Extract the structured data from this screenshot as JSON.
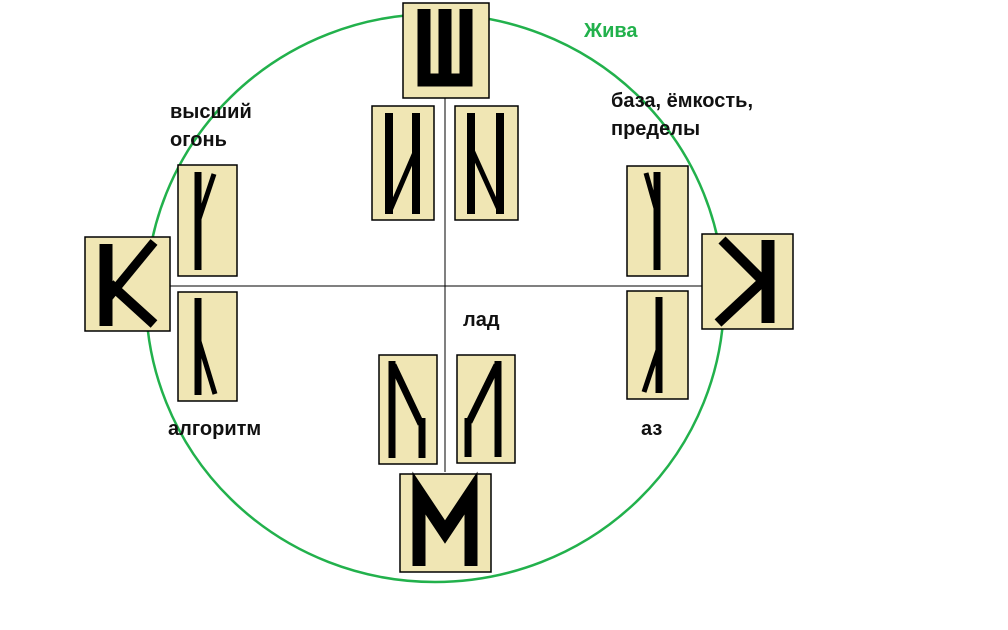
{
  "colors": {
    "tile_fill": "#f0e6b4",
    "tile_border": "#000000",
    "circle_stroke": "#22b14c",
    "label_text": "#111111",
    "title_text": "#22b14c"
  },
  "labels": {
    "top_right_title": "Жива",
    "upper_left": [
      "высший",
      "огонь"
    ],
    "upper_right": [
      "база, ёмкость,",
      "пределы"
    ],
    "center_right": "лад",
    "lower_left": "алгоритм",
    "lower_right": "аз"
  },
  "tiles": [
    {
      "id": "top-big",
      "glyph": "Ш-rune"
    },
    {
      "id": "top-inner-left",
      "glyph": "line-rising-right"
    },
    {
      "id": "top-inner-right",
      "glyph": "line-falling-right"
    },
    {
      "id": "left-big",
      "glyph": "K-rune"
    },
    {
      "id": "left-inner-top",
      "glyph": "branch-up"
    },
    {
      "id": "left-inner-bottom",
      "glyph": "branch-down"
    },
    {
      "id": "right-big",
      "glyph": "mirrored-K-rune"
    },
    {
      "id": "right-inner-top",
      "glyph": "fork-top"
    },
    {
      "id": "right-inner-bottom",
      "glyph": "fork-bottom"
    },
    {
      "id": "bottom-big",
      "glyph": "M-rune"
    },
    {
      "id": "bottom-inner-left",
      "glyph": "N-rune"
    },
    {
      "id": "bottom-inner-right",
      "glyph": "mirrored-N-rune"
    }
  ]
}
